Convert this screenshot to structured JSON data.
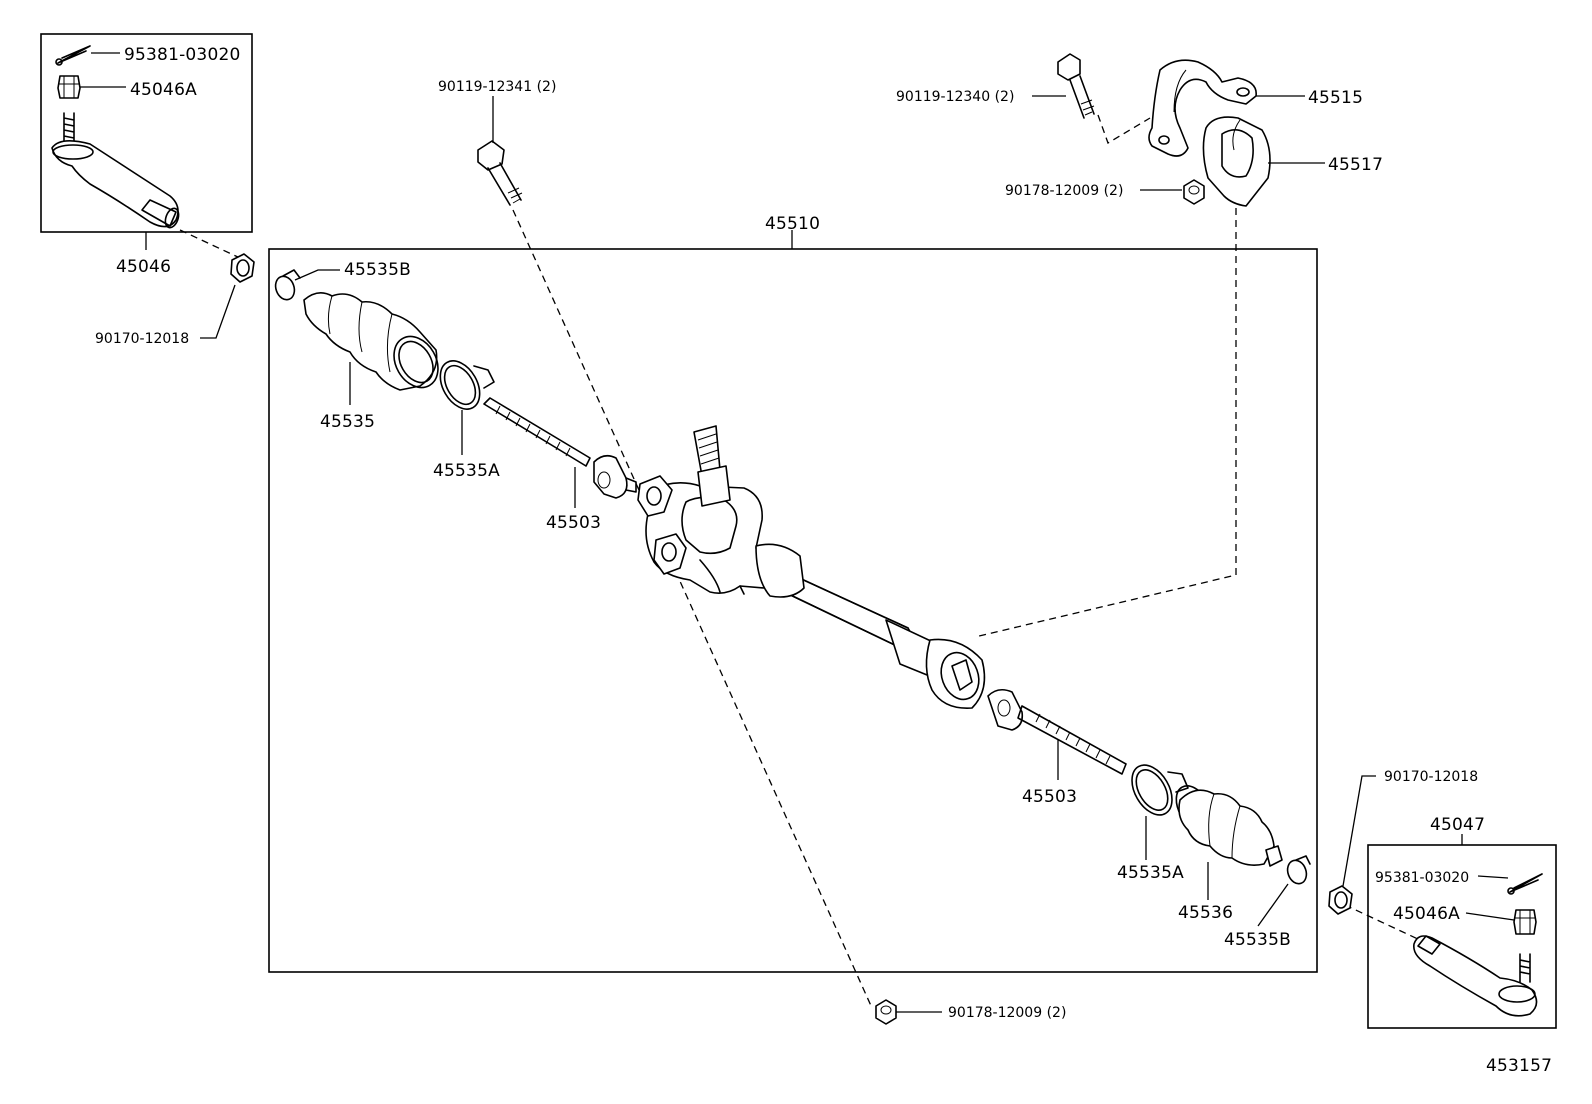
{
  "diagram": {
    "assembly_label": "45510",
    "figure_number": "453157",
    "labels": {
      "tie_end_lh": "45046",
      "cotter_pin_top": "95381-03020",
      "nut_top": "45046A",
      "bolt_center": "90119-12341 (2)",
      "bolt_bracket": "90119-12340 (2)",
      "bracket": "45515",
      "bushing": "45517",
      "nut_bracket": "90178-12009 (2)",
      "lock_nut_top": "90170-12018",
      "clip_top": "45535B",
      "boot_lh": "45535",
      "clamp_lh": "45535A",
      "rack_end_lh": "45503",
      "rack_end_rh": "45503",
      "clamp_rh": "45535A",
      "boot_rh": "45536",
      "clip_bottom": "45535B",
      "lock_nut_bottom": "90170-12018",
      "tie_end_rh": "45047",
      "cotter_pin_bottom": "95381-03020",
      "nut_bottom": "45046A",
      "nut_center": "90178-12009 (2)"
    }
  }
}
